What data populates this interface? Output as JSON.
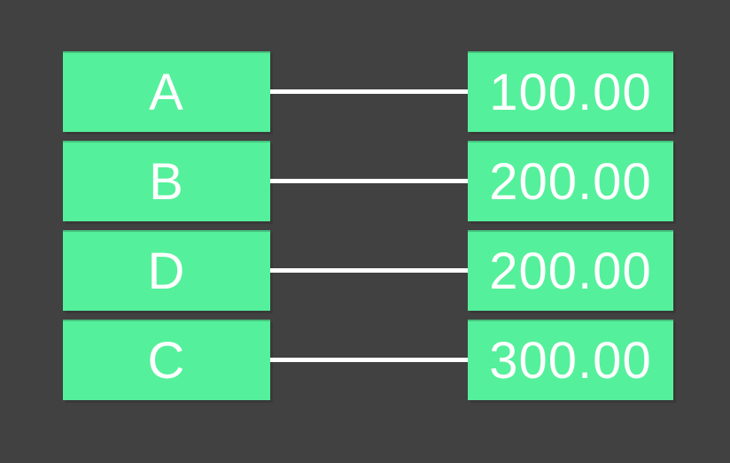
{
  "canvas": {
    "background": "#414141",
    "box_color": "#55F09B",
    "text_color": "#FFFFFF",
    "connector_color": "#FFFFFF"
  },
  "diagram": {
    "type": "key-value-mapping",
    "rows": [
      {
        "key": "A",
        "value": "100.00"
      },
      {
        "key": "B",
        "value": "200.00"
      },
      {
        "key": "D",
        "value": "200.00"
      },
      {
        "key": "C",
        "value": "300.00"
      }
    ]
  }
}
